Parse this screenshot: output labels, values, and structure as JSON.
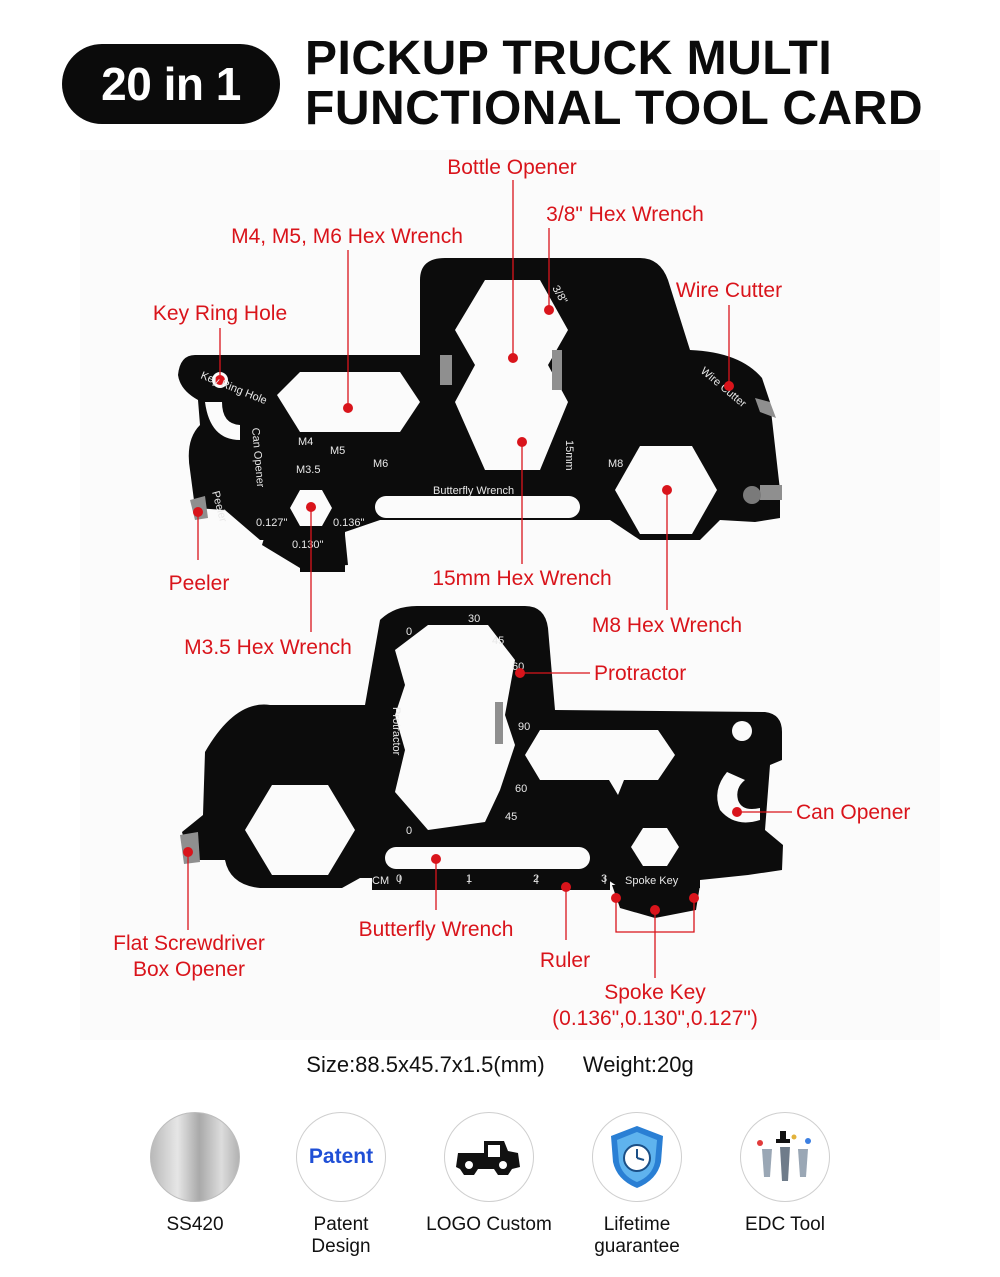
{
  "header": {
    "badge": "20 in 1",
    "title_line1": "PICKUP TRUCK MULTI",
    "title_line2": "FUNCTIONAL TOOL CARD"
  },
  "top_card_labels": {
    "bottle_opener": "Bottle Opener",
    "hex38": "3/8\" Hex Wrench",
    "m456": "M4, M5, M6 Hex Wrench",
    "wire_cutter": "Wire Cutter",
    "key_ring": "Key Ring Hole",
    "peeler": "Peeler",
    "hex15": "15mm Hex Wrench",
    "m8": "M8 Hex Wrench",
    "m35": "M3.5 Hex Wrench"
  },
  "top_card_engraving": {
    "key_ring": "Key Ring Hole",
    "can_opener": "Can Opener",
    "m4": "M4",
    "m5": "M5",
    "m6": "M6",
    "m35": "M3.5",
    "butterfly": "Butterfly Wrench",
    "m8": "M8",
    "mm15": "15mm",
    "in38": "3/8\"",
    "wire": "Wire Cutter",
    "peeler": "Peeler",
    "s127": "0.127\"",
    "s136": "0.136\"",
    "s130": "0.130\""
  },
  "bottom_card_labels": {
    "protractor": "Protractor",
    "can_opener": "Can Opener",
    "flat_line1": "Flat Screwdriver",
    "flat_line2": "Box Opener",
    "butterfly": "Butterfly Wrench",
    "ruler": "Ruler",
    "spoke_line1": "Spoke Key",
    "spoke_line2": "(0.136\",0.130\",0.127\")"
  },
  "bottom_card_engraving": {
    "protractor": "Protractor",
    "spoke": "Spoke Key",
    "cm": "CM",
    "r0": "0",
    "r1": "1",
    "r2": "2",
    "r3": "3",
    "a0": "0",
    "a30": "30",
    "a45": "45",
    "a60": "60",
    "a90": "90",
    "b60": "60",
    "b45": "45",
    "b0": "0"
  },
  "specs": {
    "size": "Size:88.5x45.7x1.5(mm)",
    "weight": "Weight:20g"
  },
  "features": [
    {
      "icon": "steel-swatch-icon",
      "label": "SS420",
      "label2": ""
    },
    {
      "icon": "patent-icon",
      "word": "Patent",
      "label": "Patent",
      "label2": "Design"
    },
    {
      "icon": "truck-logo-icon",
      "label": "LOGO Custom",
      "label2": ""
    },
    {
      "icon": "shield-clock-icon",
      "label": "Lifetime",
      "label2": "guarantee"
    },
    {
      "icon": "edc-tools-icon",
      "label": "EDC Tool",
      "label2": ""
    }
  ],
  "colors": {
    "accent": "#d9141b",
    "card": "#0c0c0c",
    "badge": "#0b0b0b",
    "patent_blue": "#1f4fd6"
  }
}
